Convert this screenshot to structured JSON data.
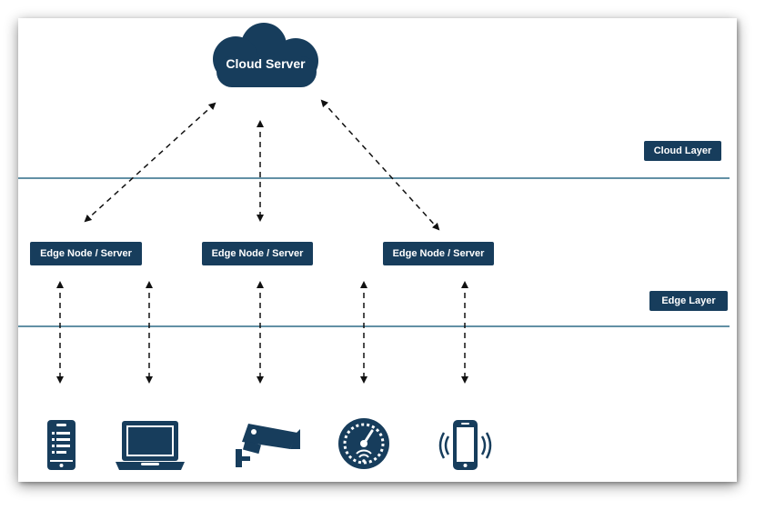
{
  "cloud": {
    "label": "Cloud Server"
  },
  "layers": {
    "cloud": "Cloud Layer",
    "edge": "Edge Layer"
  },
  "edge_nodes": [
    {
      "label": "Edge Node / Server"
    },
    {
      "label": "Edge Node / Server"
    },
    {
      "label": "Edge Node / Server"
    }
  ],
  "devices": [
    {
      "icon": "tablet-icon"
    },
    {
      "icon": "laptop-icon"
    },
    {
      "icon": "security-camera-icon"
    },
    {
      "icon": "meter-gauge-icon"
    },
    {
      "icon": "smartphone-vibrating-icon"
    }
  ],
  "colors": {
    "primary": "#173d5c",
    "line": "#2f6b87",
    "arrow": "#111111"
  }
}
